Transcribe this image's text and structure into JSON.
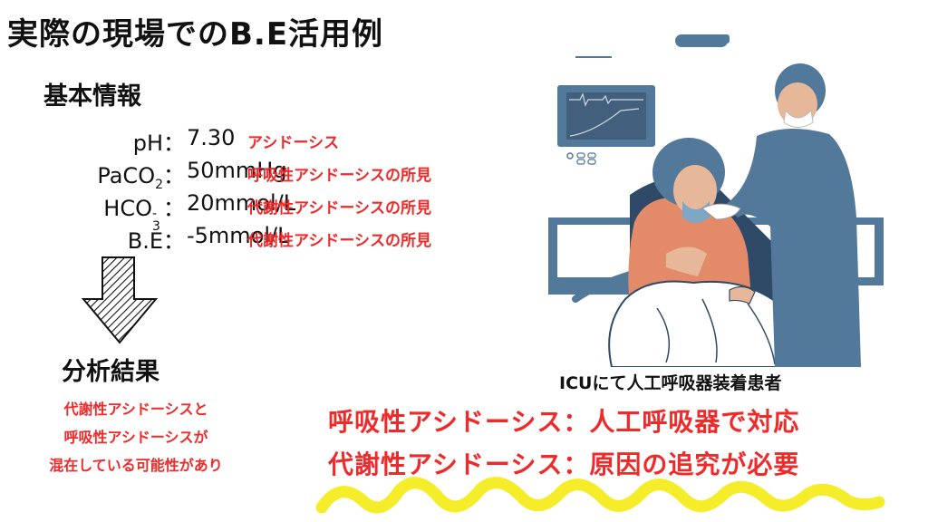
{
  "title": "実際の現場でのB.E活用例",
  "basic_info": {
    "heading": "基本情報",
    "rows": [
      {
        "param": "pH：",
        "value": "7.30",
        "note": "アシドーシス"
      },
      {
        "param": "PaCO",
        "sub": "2",
        "param_suffix": "：",
        "value": "50mmHg",
        "note": "呼吸性アシドーシスの所見"
      },
      {
        "param": "HCO",
        "sub": "3",
        "sup": "-",
        "param_suffix": "：",
        "value": "20mmol/L",
        "note": "代謝性アシドーシスの所見"
      },
      {
        "param": "B.E：",
        "value": "-5mmol/L",
        "note": "代謝性アシドーシスの所見"
      }
    ]
  },
  "analysis": {
    "heading": "分析結果",
    "lines": [
      "代謝性アシドーシスと",
      "呼吸性アシドーシスが",
      "混在している可能性があり"
    ]
  },
  "illustration": {
    "caption": "ICUにて人工呼吸器装着患者",
    "icons": [
      "monitor-icon",
      "doctor-icon",
      "patient-icon",
      "ventilator-tube-icon",
      "down-arrow-icon"
    ]
  },
  "responses": [
    "呼吸性アシドーシス：人工呼吸器で対応",
    "代謝性アシドーシス：原因の追究が必要"
  ],
  "colors": {
    "accent_red": "#ee2a2a",
    "highlight_yellow": "#f5ec2a",
    "scrub_blue": "#52789a"
  }
}
